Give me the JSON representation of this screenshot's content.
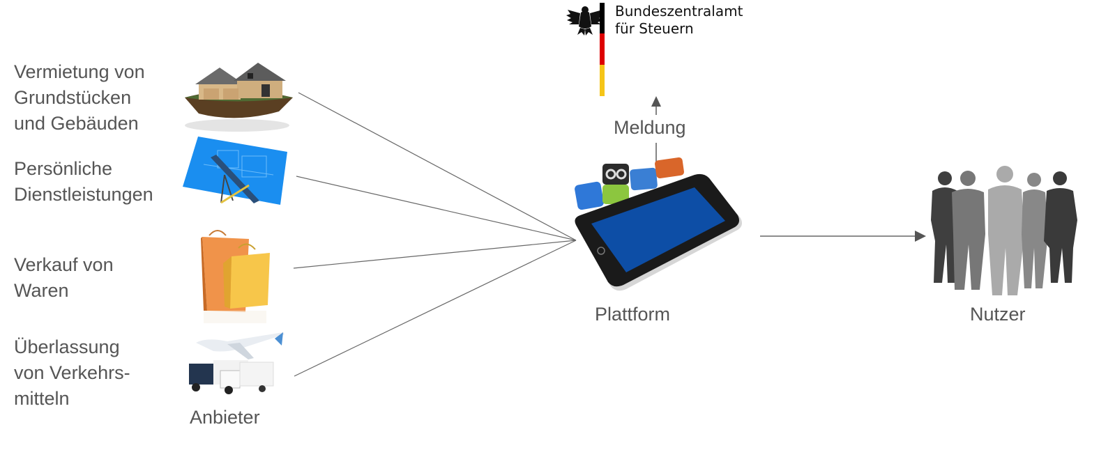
{
  "authority": {
    "name_line1": "Bundeszentralamt",
    "name_line2": "für Steuern",
    "flag_colors": [
      "#000000",
      "#dd0000",
      "#ffcc00"
    ]
  },
  "report_label": "Meldung",
  "providers": {
    "caption": "Anbieter",
    "items": [
      {
        "label": "Vermietung von\nGrundstücken\nund Gebäuden",
        "icon": "house-icon"
      },
      {
        "label": "Persönliche\nDienstleistungen",
        "icon": "blueprint-icon"
      },
      {
        "label": "Verkauf von\nWaren",
        "icon": "shopping-bags-icon"
      },
      {
        "label": "Überlassung\nvon Verkehrs-\nmitteln",
        "icon": "transport-icon"
      }
    ]
  },
  "platform": {
    "caption": "Plattform",
    "icon": "tablet-icon",
    "screen_color": "#0d4ea6"
  },
  "users": {
    "caption": "Nutzer",
    "icon": "people-silhouettes-icon"
  }
}
